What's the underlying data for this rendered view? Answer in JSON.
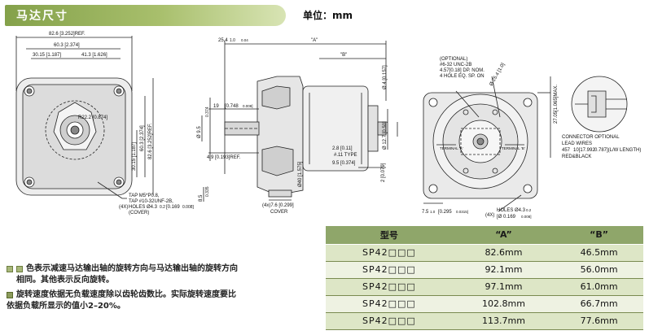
{
  "header": {
    "title": "马达尺寸",
    "unit": "单位：mm"
  },
  "front_view": {
    "dims_top": [
      "82.6 [3.252]REF.",
      "60.3 [2.374]",
      "30.15 [1.187]",
      "41.3 [1.626]"
    ],
    "dims_right": [
      "60.3 [2.374]",
      "82.6 [3.252]REF.",
      "30.15 [1.187]"
    ],
    "radius": "R22.2 [0.874]",
    "callout_qty": "(4X)",
    "callout_lines": [
      "TAP M5*P0.8,",
      "TAP #10-32UNF-2B,",
      "HOLES Ø4.3",
      "(COVER)"
    ],
    "callout_tol": "0.2",
    "callout_tol2": "[0.169",
    "callout_tol3": "0.008]"
  },
  "side_view": {
    "a_label": "\"A\"",
    "b_label": "\"B\"",
    "top_dim": "25.4",
    "top_tol": "1.0",
    "top_tol2": "0.04",
    "shaft_dia": "Ø 9.5",
    "shaft_dia_tol": "0.374",
    "length_19": "19",
    "length_19_in": "[0.748",
    "length_19_tol": "0.008]",
    "dim_49": "4.9 [0.193]REF.",
    "dim_85": "8.5",
    "dim_85_in": "0.335",
    "dim_4x": "(4x)7.6 [0.299]",
    "cover": "COVER",
    "dim_40": "Ø40 [1.575]",
    "dim_28": "2.8 [0.11]",
    "dim_111": "#.11 TYPE",
    "dim_95": "9.5 [0.374]",
    "dim_127": "Ø 12.7 [0.50]",
    "dim_20": "2 [0.079]",
    "dim_40b": "Ø 4 [0.157]"
  },
  "rear_view": {
    "optional": "(OPTIONAL)",
    "opt_lines": [
      "#6-32 UNC-2B",
      "4.57[0.18] DP. NOM.",
      "4 HOLE EQ. SP. ON"
    ],
    "bolt_circle": "Ø 25.4 [1.0]",
    "max_dim": "27.05[1.065]MAX.",
    "terminal_a": "TERMINAL 'A'",
    "terminal_b": "TERMINAL 'B'",
    "dim_75": "7.5",
    "dim_75_in": "[0.295",
    "dim_75_tol": "0.0315]",
    "holes_qty": "(4X)",
    "holes": "HOLES Ø4.3",
    "holes_tol": "0.2",
    "holes_in": "[Ø 0.169",
    "holes_in_tol": "0.008]"
  },
  "connector": {
    "lines": [
      "CONNECTOR OPTIONAL",
      "LEAD WIRES",
      "457",
      "10[17.992",
      "0.787](L/W LENGTH)",
      "RED&BLACK"
    ]
  },
  "notes": [
    {
      "lines": [
        "色表示减速马达输出轴的旋转方向与马达输出轴的旋转方向",
        "相同。其他表示反向旋转。"
      ]
    },
    {
      "lines": [
        "旋转速度依据无负载速度除以齿轮齿数比。实际旋转速度要比",
        "依据负载所显示的值小2–20%。"
      ]
    }
  ],
  "spec_table": {
    "headers": [
      "型号",
      "“A”",
      "“B”"
    ],
    "rows": [
      [
        "SP42□□□",
        "82.6mm",
        "46.5mm"
      ],
      [
        "SP42□□□",
        "92.1mm",
        "56.0mm"
      ],
      [
        "SP42□□□",
        "97.1mm",
        "61.0mm"
      ],
      [
        "SP42□□□",
        "102.8mm",
        "66.7mm"
      ],
      [
        "SP42□□□",
        "113.7mm",
        "77.6mm"
      ]
    ]
  },
  "colors": {
    "accent": "#8fa66a",
    "title_bar": "#84a14a",
    "row_alt": "#dde6c6"
  }
}
